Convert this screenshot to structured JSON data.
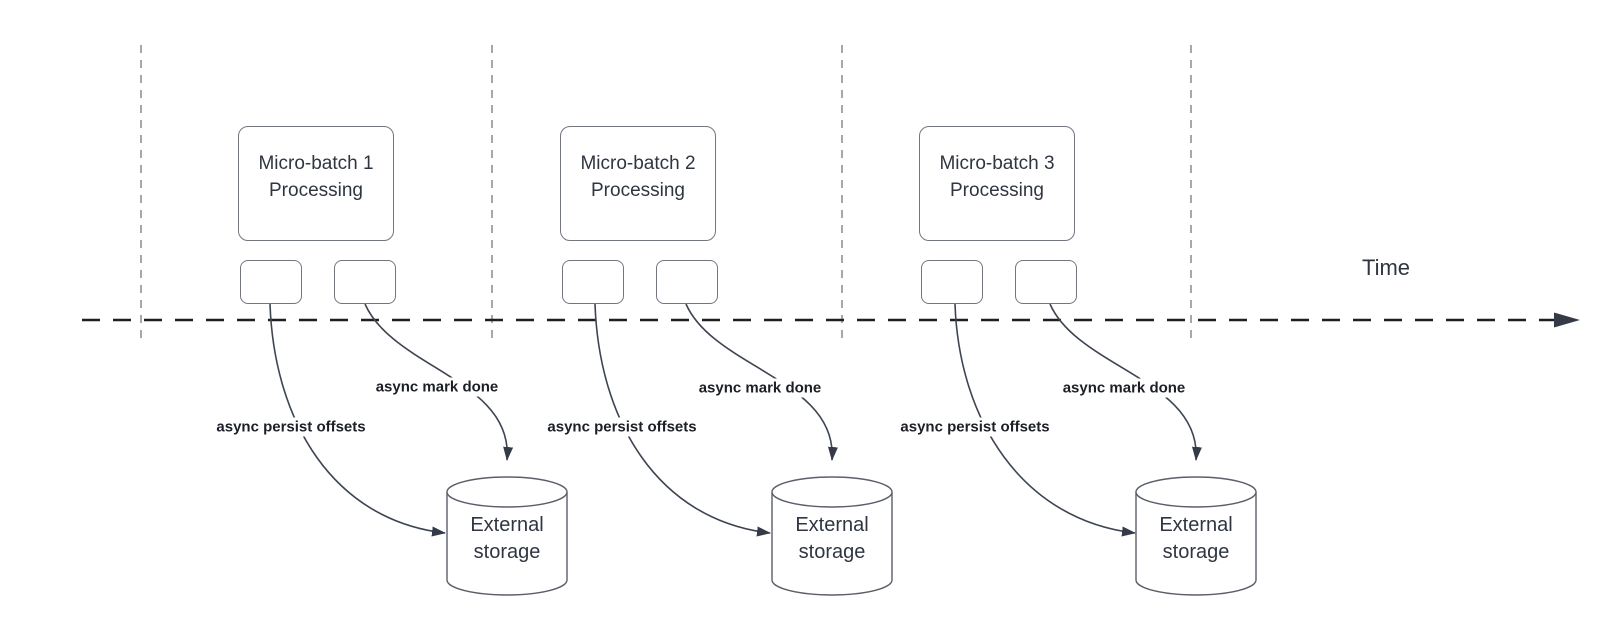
{
  "timeline": {
    "label": "Time"
  },
  "batches": [
    {
      "title": "Micro-batch 1",
      "subtitle": "Processing",
      "persist_label": "async persist offsets",
      "mark_done_label": "async mark done",
      "storage_label": "External storage"
    },
    {
      "title": "Micro-batch 2",
      "subtitle": "Processing",
      "persist_label": "async persist offsets",
      "mark_done_label": "async mark done",
      "storage_label": "External storage"
    },
    {
      "title": "Micro-batch 3",
      "subtitle": "Processing",
      "persist_label": "async persist offsets",
      "mark_done_label": "async mark done",
      "storage_label": "External storage"
    }
  ],
  "colors": {
    "gridline": "#a8a8a8",
    "axis": "#1f1f1f",
    "curve": "#3e4552",
    "arrow": "#343a46",
    "box-border": "#72767e",
    "cyl-border": "#5a5f69",
    "text": "#2f3642",
    "label-text": "#1c2026"
  }
}
